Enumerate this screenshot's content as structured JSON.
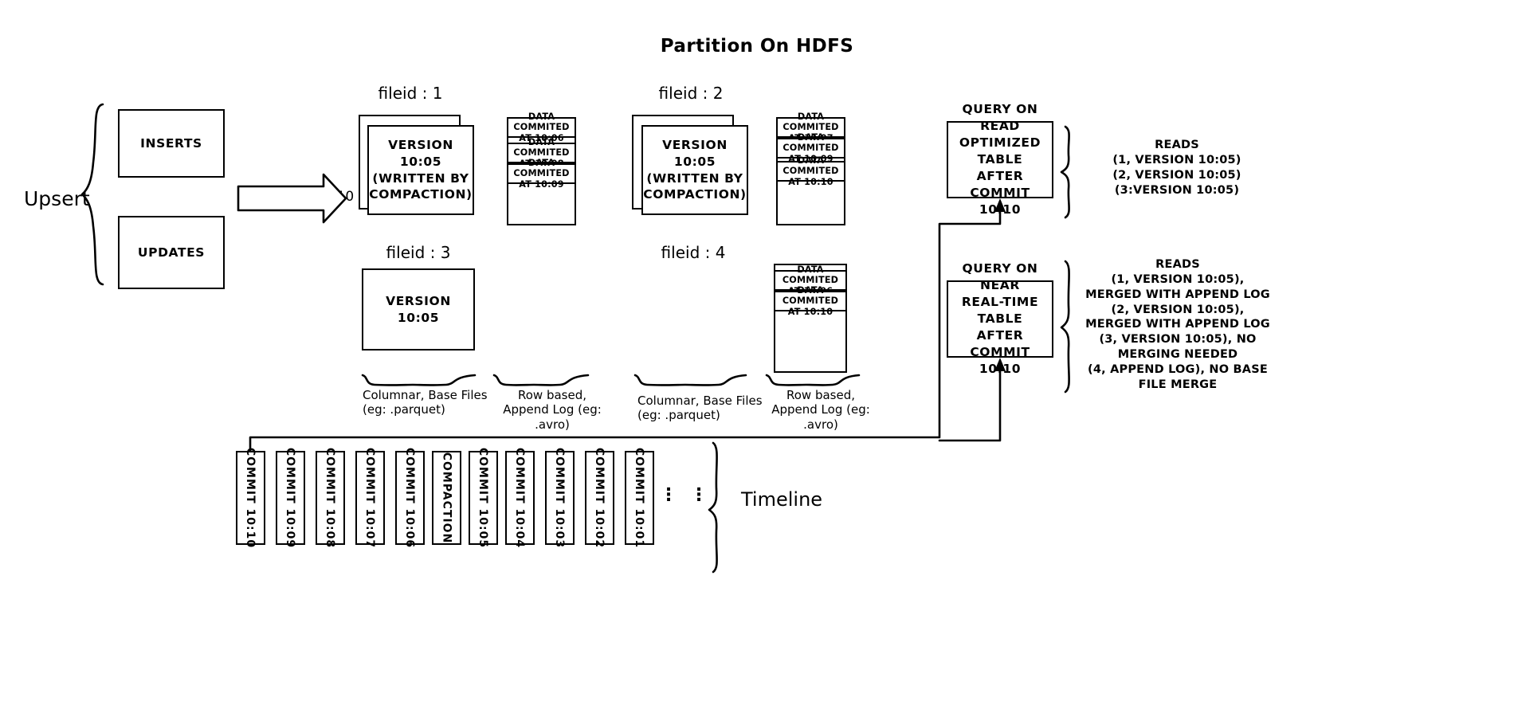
{
  "title": "Partition On HDFS",
  "left": {
    "upsert_label": "Upsert",
    "inserts_label": "INSERTS",
    "updates_label": "UPDATES",
    "commit_arrow_label": "Commit 10:10"
  },
  "file_groups": [
    {
      "id": "fileid-1",
      "heading": "fileid : 1",
      "base_file_label": "VERSION 10:05\n(WRITTEN BY\nCOMPACTION)",
      "has_stacked_base": true,
      "append_log": [
        "DATA COMMITED\nAT 10:06",
        "DATA COMMITED\nAT 10:08",
        "DATA COMMITED\nAT 10:09"
      ]
    },
    {
      "id": "fileid-2",
      "heading": "fileid : 2",
      "base_file_label": "VERSION 10:05\n(WRITTEN BY\nCOMPACTION)",
      "has_stacked_base": true,
      "append_log": [
        "DATA COMMITED\nAT 10:07",
        "DATA COMMITED\nAT 10:09",
        "DATA COMMITED\nAT 10:10"
      ]
    },
    {
      "id": "fileid-3",
      "heading": "fileid : 3",
      "base_file_label": "VERSION 10:05",
      "has_stacked_base": false,
      "append_log": []
    },
    {
      "id": "fileid-4",
      "heading": "fileid : 4",
      "base_file_label": "",
      "has_stacked_base": false,
      "append_log": [
        "DATA COMMITED\nAT 10:06",
        "DATA COMMITED\nAT 10:10"
      ]
    }
  ],
  "captions": {
    "columnar_left": "Columnar, Base Files\n(eg: .parquet)",
    "rowbased_left": "Row based,\nAppend Log  (eg:\n.avro)",
    "columnar_right": "Columnar, Base Files\n(eg: .parquet)",
    "rowbased_right": "Row based,\nAppend Log  (eg:\n.avro)"
  },
  "queries": [
    {
      "id": "read-optimized",
      "box_label": "QUERY ON READ\nOPTIMIZED TABLE\nAFTER COMMIT\n10:10",
      "reads_label": "READS\n(1, VERSION 10:05)\n(2, VERSION 10:05)\n(3:VERSION 10:05)"
    },
    {
      "id": "near-real-time",
      "box_label": "QUERY ON NEAR\nREAL-TIME TABLE\nAFTER COMMIT\n10:10",
      "reads_label": "READS\n(1, VERSION 10:05),\nMERGED WITH APPEND LOG\n(2, VERSION 10:05),\nMERGED WITH APPEND LOG\n(3, VERSION 10:05), NO\nMERGING NEEDED\n(4, APPEND LOG), NO BASE\nFILE MERGE"
    }
  ],
  "timeline": {
    "label": "Timeline",
    "ellipsis": "⋮",
    "items": [
      "COMMIT 10:10",
      "COMMIT 10:09",
      "COMMIT 10:08",
      "COMMIT 10:07",
      "COMMIT 10:06",
      "COMPACTION",
      "COMMIT 10:05",
      "COMMIT 10:04",
      "COMMIT 10:03",
      "COMMIT 10:02",
      "COMMIT 10:01"
    ]
  },
  "colors": {
    "stroke": "#000000",
    "background": "#ffffff"
  }
}
